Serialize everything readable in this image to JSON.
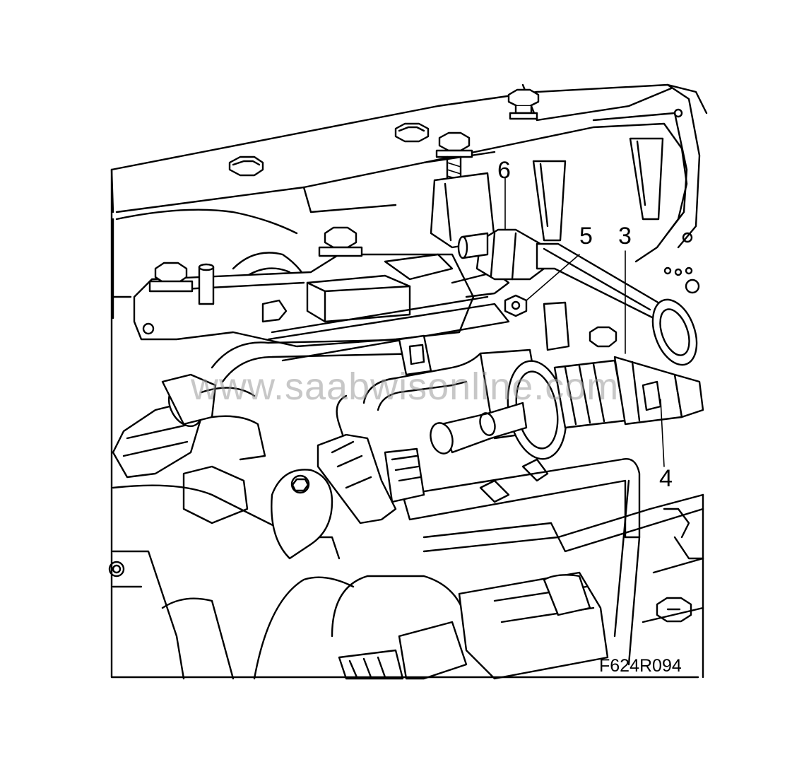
{
  "figure": {
    "code": "F624R094",
    "watermark": "www.saabwisonline.com"
  },
  "callouts": [
    {
      "id": "callout-6",
      "label": "6"
    },
    {
      "id": "callout-5",
      "label": "5"
    },
    {
      "id": "callout-3",
      "label": "3"
    },
    {
      "id": "callout-4",
      "label": "4"
    }
  ],
  "colors": {
    "line": "#000000",
    "background": "#ffffff",
    "watermark": "#9a9a9a"
  }
}
